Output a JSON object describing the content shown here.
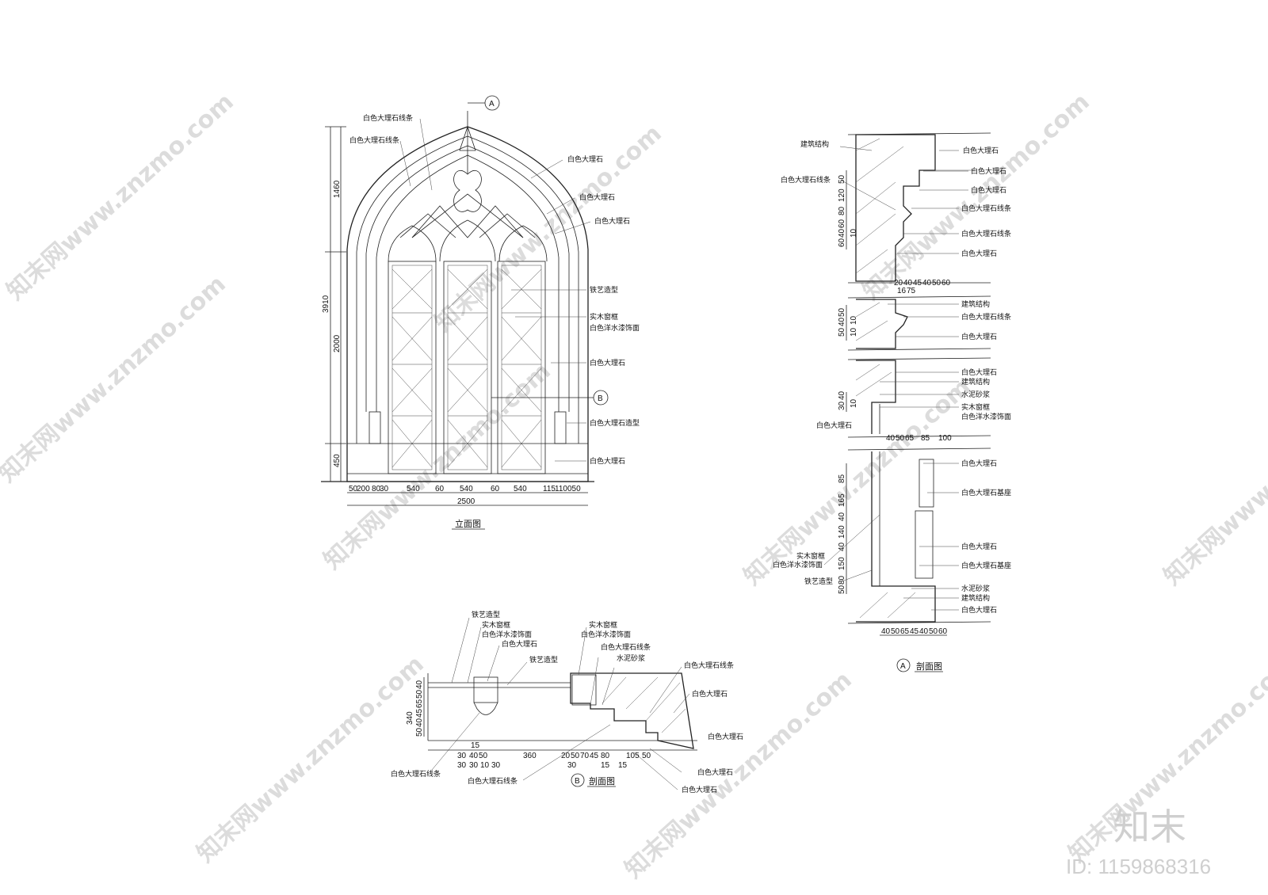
{
  "elevation": {
    "title": "立面图",
    "section_marker_a": "A",
    "section_marker_b": "B",
    "labels": [
      "白色大理石线条",
      "白色大理石线条",
      "白色大理石",
      "白色大理石",
      "白色大理石",
      "铁艺造型",
      "实木窗框",
      "白色洋水漆饰面",
      "白色大理石",
      "白色大理石造型",
      "白色大理石"
    ],
    "vertical_dims": [
      "1460",
      "3910",
      "2000",
      "450"
    ],
    "bottom_dims": [
      "50",
      "200",
      "80",
      "30",
      "540",
      "60",
      "540",
      "60",
      "540",
      "115",
      "110",
      "050"
    ],
    "total_width": "2500"
  },
  "section_a": {
    "title": "剖面图",
    "marker": "A",
    "labels_left": [
      "建筑结构",
      "白色大理石线条",
      "白色大理石",
      "实木窗框",
      "白色洋水漆饰面",
      "铁艺造型"
    ],
    "labels_right_1": [
      "白色大理石",
      "白色大理石",
      "白色大理石",
      "白色大理石线条",
      "白色大理石线条",
      "白色大理石"
    ],
    "labels_right_2": [
      "建筑结构",
      "白色大理石线条",
      "白色大理石"
    ],
    "labels_right_3": [
      "白色大理石",
      "建筑结构",
      "水泥砂浆",
      "实木窗框",
      "白色洋水漆饰面"
    ],
    "labels_right_4": [
      "白色大理石",
      "白色大理石基座",
      "白色大理石",
      "白色大理石基座",
      "水泥砂浆",
      "建筑结构",
      "白色大理石"
    ],
    "dims_1_vertical": [
      "60",
      "40",
      "60",
      "80",
      "120",
      "50",
      "10"
    ],
    "dims_1_bottom": [
      "20",
      "40",
      "45",
      "40",
      "50",
      "60",
      "16",
      "75"
    ],
    "dims_2_vertical": [
      "50",
      "40",
      "50",
      "10",
      "10"
    ],
    "dims_3_vertical": [
      "30",
      "40",
      "10"
    ],
    "dims_3_bottom": [
      "40",
      "50",
      "65",
      "85",
      "100"
    ],
    "dims_4_vertical": [
      "85",
      "165",
      "40",
      "140",
      "40",
      "150",
      "80",
      "50"
    ],
    "dims_4_bottom": [
      "40",
      "50",
      "65",
      "45",
      "40",
      "50",
      "60"
    ]
  },
  "section_b": {
    "title": "剖面图",
    "marker": "B",
    "labels_top": [
      "铁艺造型",
      "实木窗框",
      "白色洋水漆饰面",
      "白色大理石",
      "铁艺造型",
      "实木窗框",
      "白色洋水漆饰面",
      "白色大理石线条",
      "水泥砂浆",
      "白色大理石线条",
      "白色大理石",
      "白色大理石"
    ],
    "labels_bottom": [
      "白色大理石线条",
      "白色大理石线条",
      "白色大理石",
      "白色大理石"
    ],
    "dims_vertical": [
      "40",
      "50",
      "65",
      "45",
      "40",
      "50",
      "340"
    ],
    "dims_bottom_1": [
      "15"
    ],
    "dims_bottom_2": [
      "30",
      "40",
      "50",
      "360",
      "20",
      "50",
      "70",
      "45",
      "80",
      "105",
      "50"
    ],
    "dims_bottom_3": [
      "30",
      "30",
      "10",
      "30",
      "30",
      "15",
      "15"
    ]
  },
  "watermark": {
    "text": "知末网www.znzmo.com",
    "brand": "知末",
    "id": "ID: 1159868316"
  }
}
